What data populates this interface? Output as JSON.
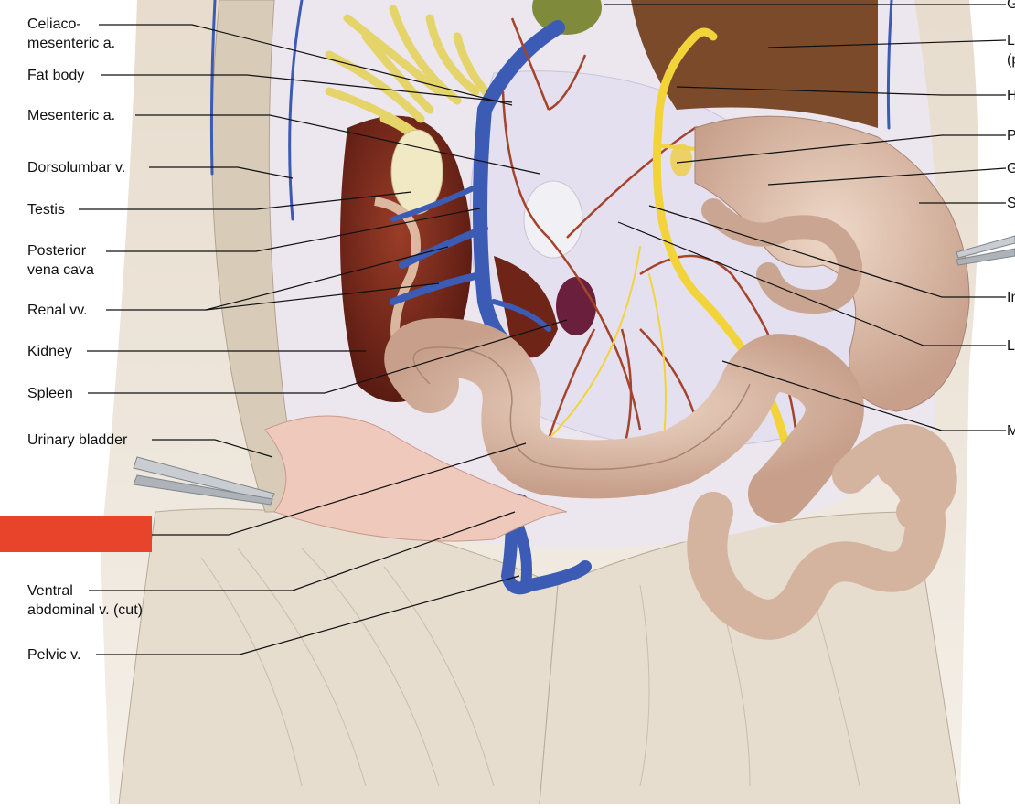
{
  "labels_left": [
    {
      "id": "celiaco",
      "line1": "Celiaco-",
      "line2": "mesenteric a."
    },
    {
      "id": "fatbody",
      "line1": "Fat body"
    },
    {
      "id": "mesenteric",
      "line1": "Mesenteric a."
    },
    {
      "id": "dorsolumbar",
      "line1": "Dorsolumbar v."
    },
    {
      "id": "testis",
      "line1": "Testis"
    },
    {
      "id": "pvc",
      "line1": "Posterior",
      "line2": "vena cava"
    },
    {
      "id": "renal",
      "line1": "Renal vv."
    },
    {
      "id": "kidney",
      "line1": "Kidney"
    },
    {
      "id": "spleen",
      "line1": "Spleen"
    },
    {
      "id": "bladder",
      "line1": "Urinary bladder"
    },
    {
      "id": "ventral",
      "line1": "Ventral",
      "line2": "abdominal v. (cut)"
    },
    {
      "id": "pelvic",
      "line1": "Pelvic v."
    }
  ],
  "labels_right": [
    {
      "id": "r1",
      "text": "G"
    },
    {
      "id": "r2",
      "text": "L",
      "line2": "(p"
    },
    {
      "id": "r3",
      "text": "H"
    },
    {
      "id": "r4",
      "text": "P"
    },
    {
      "id": "r5",
      "text": "G"
    },
    {
      "id": "r6",
      "text": "S"
    },
    {
      "id": "r7",
      "text": "In"
    },
    {
      "id": "r8",
      "text": "L"
    },
    {
      "id": "r9",
      "text": "M"
    }
  ],
  "colors": {
    "vein": "#3b5bb5",
    "artery": "#a4442a",
    "bile": "#f2d43a",
    "kidney": "#7b2a1c",
    "intestine": "#d9b9a6",
    "skin": "#e3d8c8",
    "membrane": "#ddd8ec",
    "redaction": "#e8432b"
  }
}
